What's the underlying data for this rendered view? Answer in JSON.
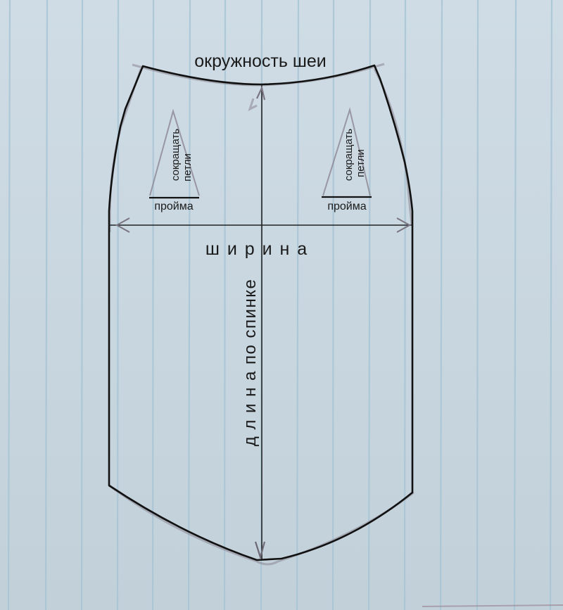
{
  "diagram": {
    "type": "sewing-pattern",
    "subject": "dog garment back piece pattern on lined paper",
    "labels": {
      "neck": "окружность шеи",
      "width": "ш и р и н а",
      "back_length": "д л и н а  по спинке",
      "armhole_left": "пройма",
      "armhole_right": "пройма",
      "decrease_left_line1": "сокращать",
      "decrease_left_line2": "петли",
      "decrease_right_line1": "сокращать",
      "decrease_right_line2": "петли"
    },
    "colors": {
      "paper": "#cbd9e3",
      "grid_line": "#a9c6d6",
      "outline": "#111111",
      "guide_line": "#2a2a2a",
      "pencil": "#8a8590"
    }
  }
}
